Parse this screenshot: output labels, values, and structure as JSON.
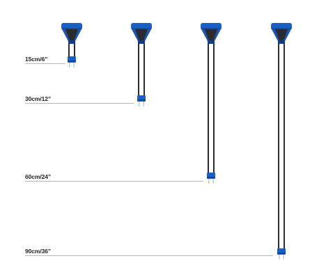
{
  "colors": {
    "probe_blue": "#1a5fc2",
    "probe_blue_dark": "#0f3f8c",
    "probe_body": "#2a2a30",
    "tines": "#c9c9cc",
    "guide_line": "#b8b8b8",
    "label_text": "#222222"
  },
  "probes": [
    {
      "label": "15cm/6”"
    },
    {
      "label": "30cm/12”"
    },
    {
      "label": "60cm/24”"
    },
    {
      "label": "90cm/36”"
    }
  ]
}
